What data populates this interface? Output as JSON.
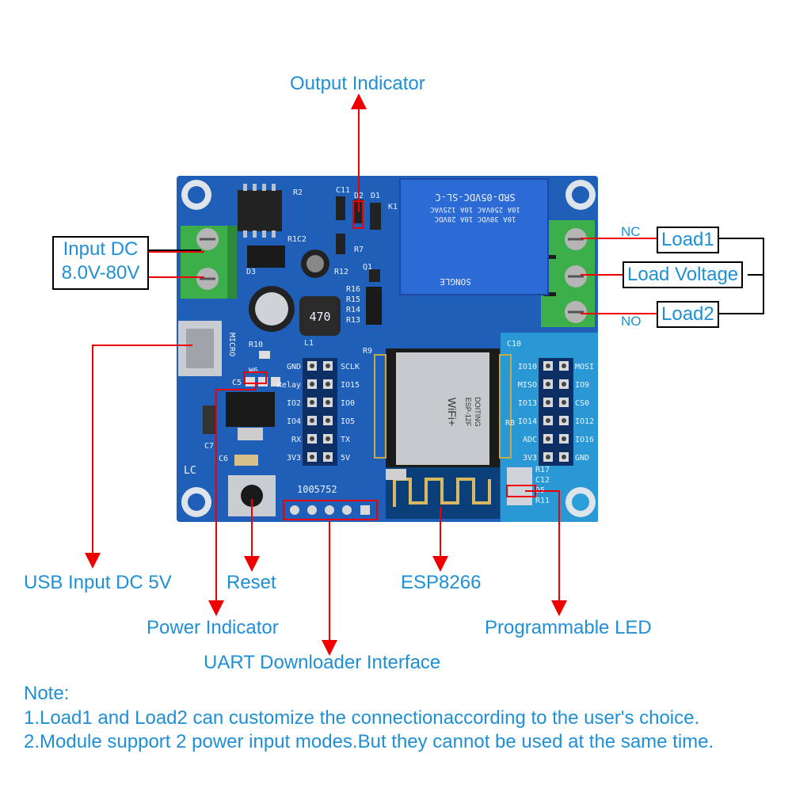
{
  "labels": {
    "output_indicator": "Output Indicator",
    "input_dc_line1": "Input DC",
    "input_dc_line2": "8.0V-80V",
    "nc": "NC",
    "no": "NO",
    "load1": "Load1",
    "load_voltage": "Load Voltage",
    "load2": "Load2",
    "usb_input": "USB Input DC 5V",
    "reset": "Reset",
    "esp8266": "ESP8266",
    "power_indicator": "Power Indicator",
    "programmable_led": "Programmable LED",
    "uart": "UART Downloader Interface"
  },
  "notes": {
    "title": "Note:",
    "line1": "1.Load1 and Load2 can customize the connectionaccording to the user's choice.",
    "line2": "2.Module support 2 power input modes.But they cannot be used at the same time."
  },
  "board": {
    "relay_text1": "SRD-05VDC-SL-C",
    "relay_text2": "10A 250VAC 10A 125VAC",
    "relay_text3": "10A 30VDC 10A 28VDC",
    "relay_brand": "SONGLE",
    "inductor": "470",
    "serial": "1005752",
    "micro": "MICRO",
    "lc": "LC",
    "module_line1": "ESP-12F",
    "module_line2": "DOITING",
    "wifi": "WiFi+",
    "left_header_left": [
      "GND",
      "Relay",
      "IO2",
      "IO4",
      "RX",
      "3V3"
    ],
    "left_header_right": [
      "SCLK",
      "IO15",
      "IO0",
      "IO5",
      "TX",
      "5V"
    ],
    "right_header_left": [
      "IO10",
      "MISO",
      "IO13",
      "IO14",
      "ADC",
      "3V3"
    ],
    "right_header_right": [
      "MOSI",
      "IO9",
      "CS0",
      "IO12",
      "IO16",
      "GND"
    ],
    "ref_c11": "C11",
    "ref_d2": "D2",
    "ref_d1": "D1",
    "ref_k1": "K1",
    "ref_r2": "R2",
    "ref_d3": "D3",
    "ref_r1c2": "R1C2",
    "ref_r12": "R12",
    "ref_r7": "R7",
    "ref_q1": "Q1",
    "ref_r16": "R16",
    "ref_r15": "R15",
    "ref_r14": "R14",
    "ref_r13": "R13",
    "ref_l1": "L1",
    "ref_r10": "R10",
    "ref_w6": "W6",
    "ref_c5": "C5",
    "ref_c7": "C7",
    "ref_c6": "C6",
    "ref_r9": "R9",
    "ref_c10": "C10",
    "ref_r8": "R8",
    "ref_r17": "R17",
    "ref_c12": "C12",
    "ref_d5": "D5",
    "ref_r11": "R11"
  }
}
